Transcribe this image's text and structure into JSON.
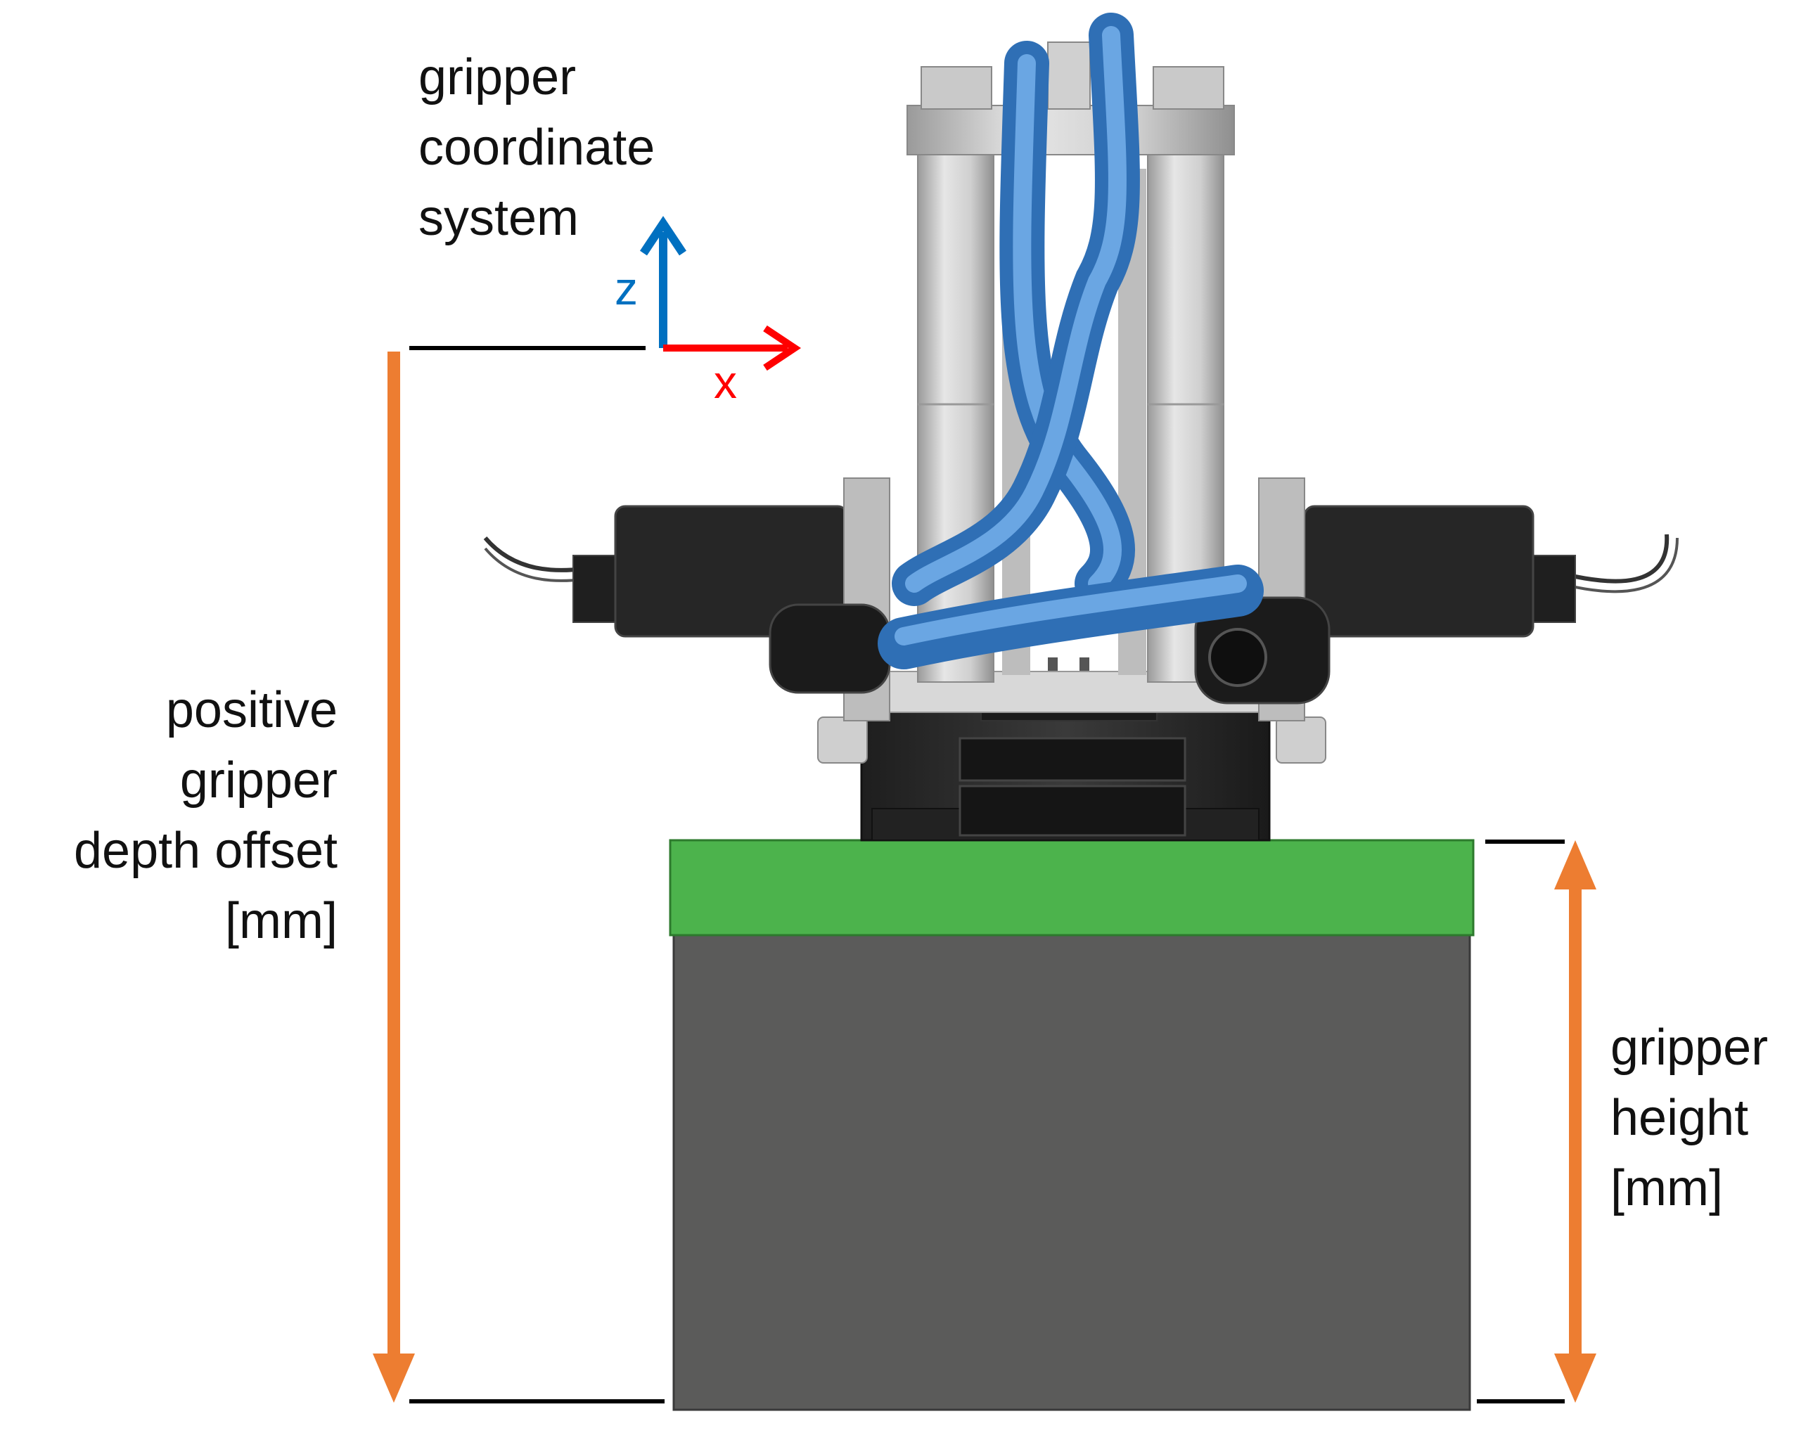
{
  "labels": {
    "coordinate_system": [
      "gripper",
      "coordinate",
      "system"
    ],
    "depth_offset": [
      "positive",
      "gripper",
      "depth offset",
      "[mm]"
    ],
    "gripper_height": [
      "gripper",
      "height",
      "[mm]"
    ]
  },
  "axes": {
    "z": "z",
    "x": "x"
  },
  "colors": {
    "z_axis": "#0070c0",
    "x_axis": "#ff0000",
    "dimension_arrow": "#ed7d31",
    "green_plate": "#4cb34c",
    "dark_block": "#5b5b5a",
    "tube_blue": "#4a8fd6",
    "metal_grey": "#c8c8c8",
    "black_part": "#2a2a2a"
  }
}
